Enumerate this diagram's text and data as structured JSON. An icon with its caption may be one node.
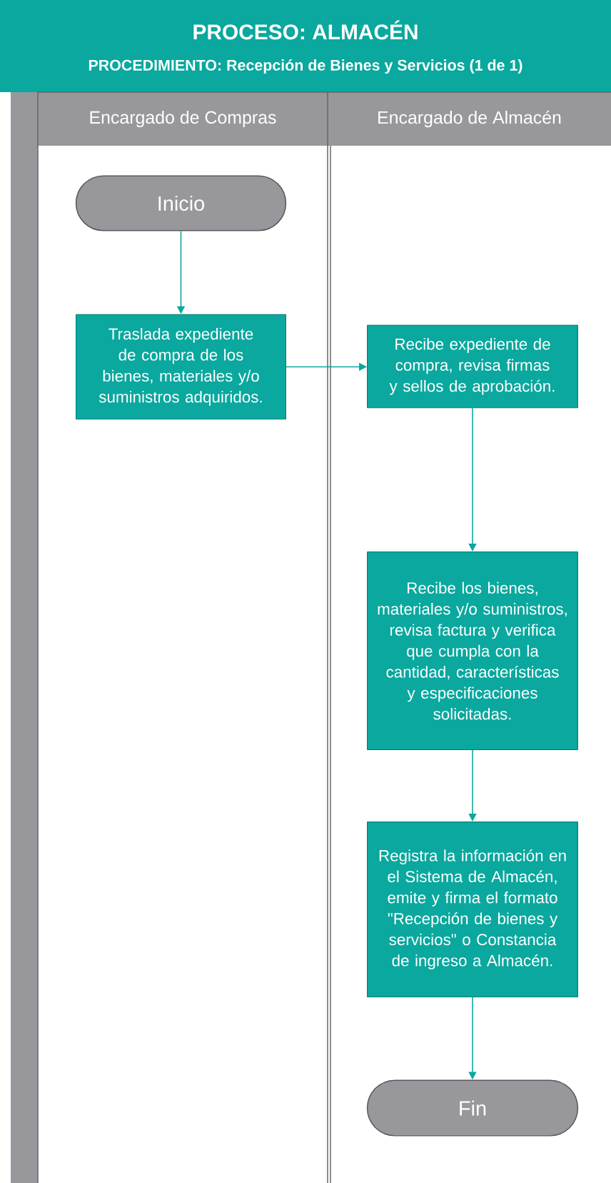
{
  "diagram": {
    "title": "PROCESO: ALMACÉN",
    "nodes": [
      {
        "text": [
          "Encargado de Compras"
        ]
      },
      {
        "text": [
          "Inicio"
        ],
        "in": 0
      },
      {
        "text": [
          "Traslada expediente de compra de los bienes, materiales y/o suministros adquiridos."
        ],
        "in": 0
      },
      {
        "text": [
          "Encargado de Almacén"
        ]
      },
      {
        "text": [
          "Recibe expediente de compra, revisa firmas y sellos de aprobación."
        ],
        "in": 3
      },
      {
        "text": [
          "Recibe los bienes, materiales y/o suministros, revisa factura y verifica que cumpla con la cantidad, características y especificaciones solicitadas."
        ],
        "in": 3
      },
      {
        "text": [
          "Registra la información en el Sistema de Almacén, emite y firma el formato \"Recepción de bienes y servicios\" o Constancia de ingreso a Almacén."
        ],
        "in": 3
      },
      {
        "text": [
          "Fin"
        ],
        "in": 3
      }
    ],
    "edges": [
      {
        "from": 1,
        "to": 2,
        "arrow": "to"
      },
      {
        "from": 2,
        "to": 4,
        "arrow": "to"
      },
      {
        "from": 4,
        "to": 5,
        "arrow": "to"
      },
      {
        "from": 5,
        "to": 6,
        "arrow": "to"
      },
      {
        "from": 6,
        "to": 7,
        "arrow": "to"
      }
    ],
    "labels": [
      "PROCEDIMIENTO: Recepción de Bienes y Servicios (1 de 1)"
    ]
  }
}
